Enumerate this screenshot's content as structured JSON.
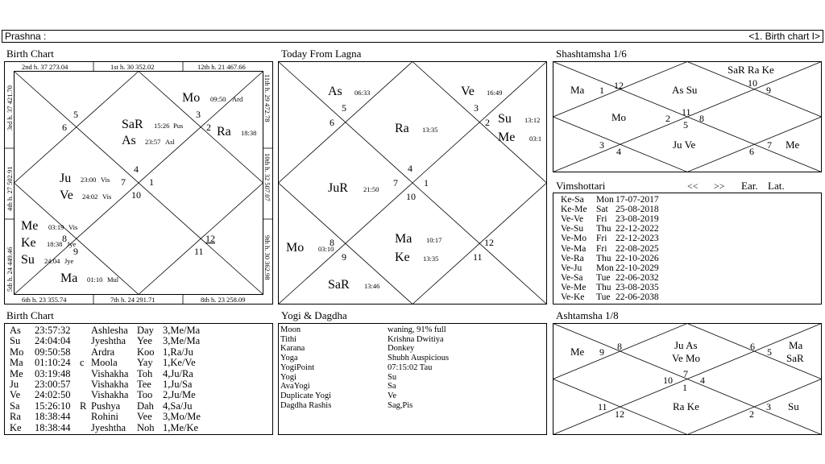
{
  "header": {
    "title": "Prashna :",
    "nav": "<1. Birth chart I>"
  },
  "panels": {
    "birth_chart": "Birth Chart",
    "today_lagna": "Today From Lagna",
    "shashtamsha": "Shashtamsha 1/6",
    "vimshottari": "Vimshottari",
    "birth_chart_table": "Birth Chart",
    "yogi_dagdha": "Yogi & Dagdha",
    "ashtamsha": "Ashtamsha 1/8"
  },
  "birth_chart": {
    "cusps": {
      "h2": "2nd h.  37  273.04",
      "h1": "1st h.  30  352.02",
      "h12": "12th h.  21  467.66",
      "h3": "3rd h.  37  421.70",
      "h11": "11th h.  29  472.78",
      "h4": "4th h.  27  502.91",
      "h10": "10th h.  32  507.07",
      "h5": "5th h.  24  449.46",
      "h9": "9th h.  30  362.98",
      "h6": "6th h.  23  355.74",
      "h7": "7th h.  24  291.71",
      "h8": "8th h.  23  258.09"
    },
    "houses": [
      "5",
      "6",
      "3",
      "2",
      "4",
      "7",
      "1",
      "10",
      "8",
      "9",
      "12",
      "11"
    ],
    "planets": [
      {
        "name": "Mo",
        "deg": "09:50",
        "nak": "Ard"
      },
      {
        "name": "SaR",
        "deg": "15:26",
        "nak": "Pus"
      },
      {
        "name": "As",
        "deg": "23:57",
        "nak": "Asl"
      },
      {
        "name": "Ra",
        "deg": "18:38",
        "nak": ""
      },
      {
        "name": "Ju",
        "deg": "23:00",
        "nak": "Vis"
      },
      {
        "name": "Ve",
        "deg": "24:02",
        "nak": "Vis"
      },
      {
        "name": "Me",
        "deg": "03:19",
        "nak": "Vis"
      },
      {
        "name": "Ke",
        "deg": "18:38",
        "nak": "Jye"
      },
      {
        "name": "Su",
        "deg": "24:04",
        "nak": "Jye"
      },
      {
        "name": "Ma",
        "deg": "01:10",
        "nak": "Mul"
      }
    ]
  },
  "today_lagna": {
    "houses": [
      "5",
      "6",
      "3",
      "2",
      "4",
      "7",
      "1",
      "10",
      "8",
      "9",
      "12",
      "11"
    ],
    "planets": [
      {
        "name": "As",
        "deg": "06:33"
      },
      {
        "name": "Ve",
        "deg": "16:49"
      },
      {
        "name": "Ra",
        "deg": "13:35"
      },
      {
        "name": "Su",
        "deg": "13:12"
      },
      {
        "name": "Me",
        "deg": "03:1"
      },
      {
        "name": "JuR",
        "deg": "21:50"
      },
      {
        "name": "Mo",
        "deg": "03:10"
      },
      {
        "name": "Ma",
        "deg": "10:17"
      },
      {
        "name": "Ke",
        "deg": "13:35"
      },
      {
        "name": "SaR",
        "deg": "13:46"
      }
    ]
  },
  "shashtamsha": {
    "houses": [
      "12",
      "1",
      "10",
      "9",
      "11",
      "2",
      "8",
      "5",
      "3",
      "4",
      "6",
      "7"
    ],
    "planets": [
      "Ma",
      "SaR Ra Ke",
      "As Su",
      "Mo",
      "Ju Ve",
      "Me"
    ]
  },
  "vimshottari": {
    "nav_prev": "<<",
    "nav_next": ">>",
    "ear": "Ear.",
    "lat": "Lat.",
    "rows": [
      {
        "period": "Ke-Sa",
        "day": "Mon",
        "date": "17-07-2017"
      },
      {
        "period": "Ke-Me",
        "day": "Sat",
        "date": "25-08-2018"
      },
      {
        "period": "Ve-Ve",
        "day": "Fri",
        "date": "23-08-2019"
      },
      {
        "period": "Ve-Su",
        "day": "Thu",
        "date": "22-12-2022"
      },
      {
        "period": "Ve-Mo",
        "day": "Fri",
        "date": "22-12-2023"
      },
      {
        "period": "Ve-Ma",
        "day": "Fri",
        "date": "22-08-2025"
      },
      {
        "period": "Ve-Ra",
        "day": "Thu",
        "date": "22-10-2026"
      },
      {
        "period": "Ve-Ju",
        "day": "Mon",
        "date": "22-10-2029"
      },
      {
        "period": "Ve-Sa",
        "day": "Tue",
        "date": "22-06-2032"
      },
      {
        "period": "Ve-Me",
        "day": "Thu",
        "date": "23-08-2035"
      },
      {
        "period": "Ve-Ke",
        "day": "Tue",
        "date": "22-06-2038"
      }
    ]
  },
  "birth_chart_table": [
    {
      "p": "As",
      "deg": "23:57:32",
      "flag": "",
      "nak": "Ashlesha",
      "day": "Day",
      "pada": "3,Me/Ma"
    },
    {
      "p": "Su",
      "deg": "24:04:04",
      "flag": "",
      "nak": "Jyeshtha",
      "day": "Yee",
      "pada": "3,Me/Ma"
    },
    {
      "p": "Mo",
      "deg": "09:50:58",
      "flag": "",
      "nak": "Ardra",
      "day": "Koo",
      "pada": "1,Ra/Ju"
    },
    {
      "p": "Ma",
      "deg": "01:10:24",
      "flag": "c",
      "nak": "Moola",
      "day": "Yay",
      "pada": "1,Ke/Ve"
    },
    {
      "p": "Me",
      "deg": "03:19:48",
      "flag": "",
      "nak": "Vishakha",
      "day": "Toh",
      "pada": "4,Ju/Ra"
    },
    {
      "p": "Ju",
      "deg": "23:00:57",
      "flag": "",
      "nak": "Vishakha",
      "day": "Tee",
      "pada": "1,Ju/Sa"
    },
    {
      "p": "Ve",
      "deg": "24:02:50",
      "flag": "",
      "nak": "Vishakha",
      "day": "Too",
      "pada": "2,Ju/Me"
    },
    {
      "p": "Sa",
      "deg": "15:26:10",
      "flag": "R",
      "nak": "Pushya",
      "day": "Dah",
      "pada": "4,Sa/Ju"
    },
    {
      "p": "Ra",
      "deg": "18:38:44",
      "flag": "",
      "nak": "Rohini",
      "day": "Vee",
      "pada": "3,Mo/Me"
    },
    {
      "p": "Ke",
      "deg": "18:38:44",
      "flag": "",
      "nak": "Jyeshtha",
      "day": "Noh",
      "pada": "1,Me/Ke"
    }
  ],
  "yogi_dagdha": [
    {
      "k": "Moon",
      "v": "waning, 91% full"
    },
    {
      "k": "Tithi",
      "v": "Krishna  Dwitiya"
    },
    {
      "k": "Karana",
      "v": "Donkey"
    },
    {
      "k": "Yoga",
      "v": "Shubh Auspicious"
    },
    {
      "k": "YogiPoint",
      "v": "07:15:02 Tau"
    },
    {
      "k": "Yogi",
      "v": "Su"
    },
    {
      "k": "AvaYogi",
      "v": "Sa"
    },
    {
      "k": "Duplicate Yogi",
      "v": "Ve"
    },
    {
      "k": "Dagdha Rashis",
      "v": "Sag,Pis"
    }
  ],
  "ashtamsha": {
    "houses": [
      "8",
      "9",
      "6",
      "5",
      "7",
      "10",
      "4",
      "1",
      "11",
      "12",
      "2",
      "3"
    ],
    "planets": [
      "Me",
      "Ju As",
      "Ve Mo",
      "Ma",
      "SaR",
      "Ra Ke",
      "Su"
    ]
  }
}
